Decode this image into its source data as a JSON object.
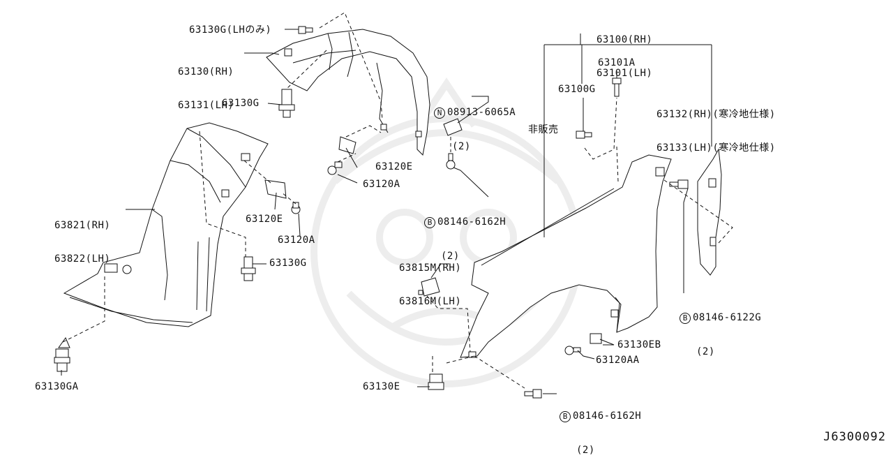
{
  "parts": {
    "p63130g_lh": "63130G(LHのみ)",
    "p63130_rh": "63130(RH)",
    "p63131_lh": "63131(LH)",
    "p63130g_a": "63130G",
    "p63821_rh": "63821(RH)",
    "p63822_lh": "63822(LH)",
    "p63120e_a": "63120E",
    "p63120a_a": "63120A",
    "p63130g_b": "63130G",
    "p63130ga": "63130GA",
    "p63120e_b": "63120E",
    "p63120a_b": "63120A",
    "p08913_mark": "N",
    "p08913": "08913-6065A",
    "p08913_qty": "(2)",
    "p08146_h1_mark": "B",
    "p08146_h1": "08146-6162H",
    "p08146_h1_qty": "(2)",
    "p63100_rh": "63100(RH)",
    "p63101_lh": "63101(LH)",
    "p63101a": "63101A",
    "p63100g": "63100G",
    "not_for_sale": "非販売",
    "p63132_rh": "63132(RH)(寒冷地仕様)",
    "p63133_lh": "63133(LH)(寒冷地仕様)",
    "p63815m_rh": "63815M(RH)",
    "p63816m_lh": "63816M(LH)",
    "p08146_g_mark": "B",
    "p08146_g": "08146-6122G",
    "p08146_g_qty": "(2)",
    "p63130eb": "63130EB",
    "p63120aa": "63120AA",
    "p63130e": "63130E",
    "p08146_h2_mark": "B",
    "p08146_h2": "08146-6162H",
    "p08146_h2_qty": "(2)"
  },
  "diagram_ref": "J6300092"
}
